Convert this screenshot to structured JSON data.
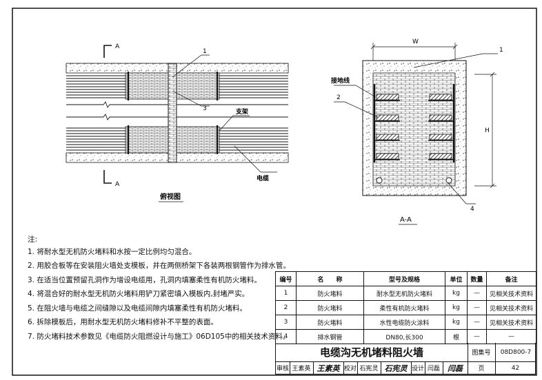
{
  "drawing": {
    "plan_view": {
      "section_marker": "A",
      "callout_1": "1",
      "callout_3": "3",
      "label_bracket": "支架",
      "label_cable": "电缆",
      "view_title": "俯视图"
    },
    "section_view": {
      "label_width": "W",
      "label_height": "H",
      "label_ground_wire": "接地线",
      "callout_1": "1",
      "callout_2": "2",
      "callout_4": "4",
      "view_title": "A-A"
    }
  },
  "notes": {
    "heading": "注:",
    "items": [
      "1. 将耐水型无机防火堵料和水按一定比例均匀混合。",
      "2. 用胶合板等在安装阻火墙处支模板，并在两侧桥架下各装两根钢管作为排水管。",
      "3. 在适当位置预留孔洞作为增设电缆用，孔洞内填塞柔性有机防火堵料。",
      "4. 将混合好的耐水型无机防火堵料用铲刀紧密填入模板内,封堵严实。",
      "5. 在阻火墙与电缆之间缝隙以及电缆间隙内填塞柔性有机防火堵料。",
      "6. 拆除模板后，用耐水型无机防火堵料修补不平整的表面。",
      "7. 防火堵料技术参数见《电缆防火阻燃设计与施工》06D105中的相关技术资料。"
    ]
  },
  "bom": {
    "headers": [
      "编号",
      "名　　称",
      "型号及规格",
      "单位",
      "数量",
      "备注"
    ],
    "rows": [
      [
        "1",
        "防火堵料",
        "耐水型无机防火堵料",
        "kg",
        "—",
        "见相关技术资料"
      ],
      [
        "2",
        "防火堵料",
        "柔性有机防火堵料",
        "kg",
        "—",
        "见相关技术资料"
      ],
      [
        "3",
        "防火堵料",
        "水性电缆防火涂料",
        "kg",
        "—",
        "见相关技术资料"
      ],
      [
        "4",
        "排水钢管",
        "DN80,长300",
        "根",
        "—",
        "—"
      ]
    ]
  },
  "title_block": {
    "title": "电缆沟无机堵料阻火墙",
    "atlas_label": "图集号",
    "atlas_no": "08D800-7",
    "review_label": "审核",
    "review_name": "王素英",
    "review_sig": "王素英",
    "check_label": "校对",
    "check_name": "石宪灵",
    "check_sig": "石宪灵",
    "design_label": "设计",
    "design_name": "闫磊",
    "design_sig": "闫磊",
    "page_label": "页",
    "page_no": "42"
  },
  "colors": {
    "ink": "#111111",
    "paper": "#ffffff"
  }
}
